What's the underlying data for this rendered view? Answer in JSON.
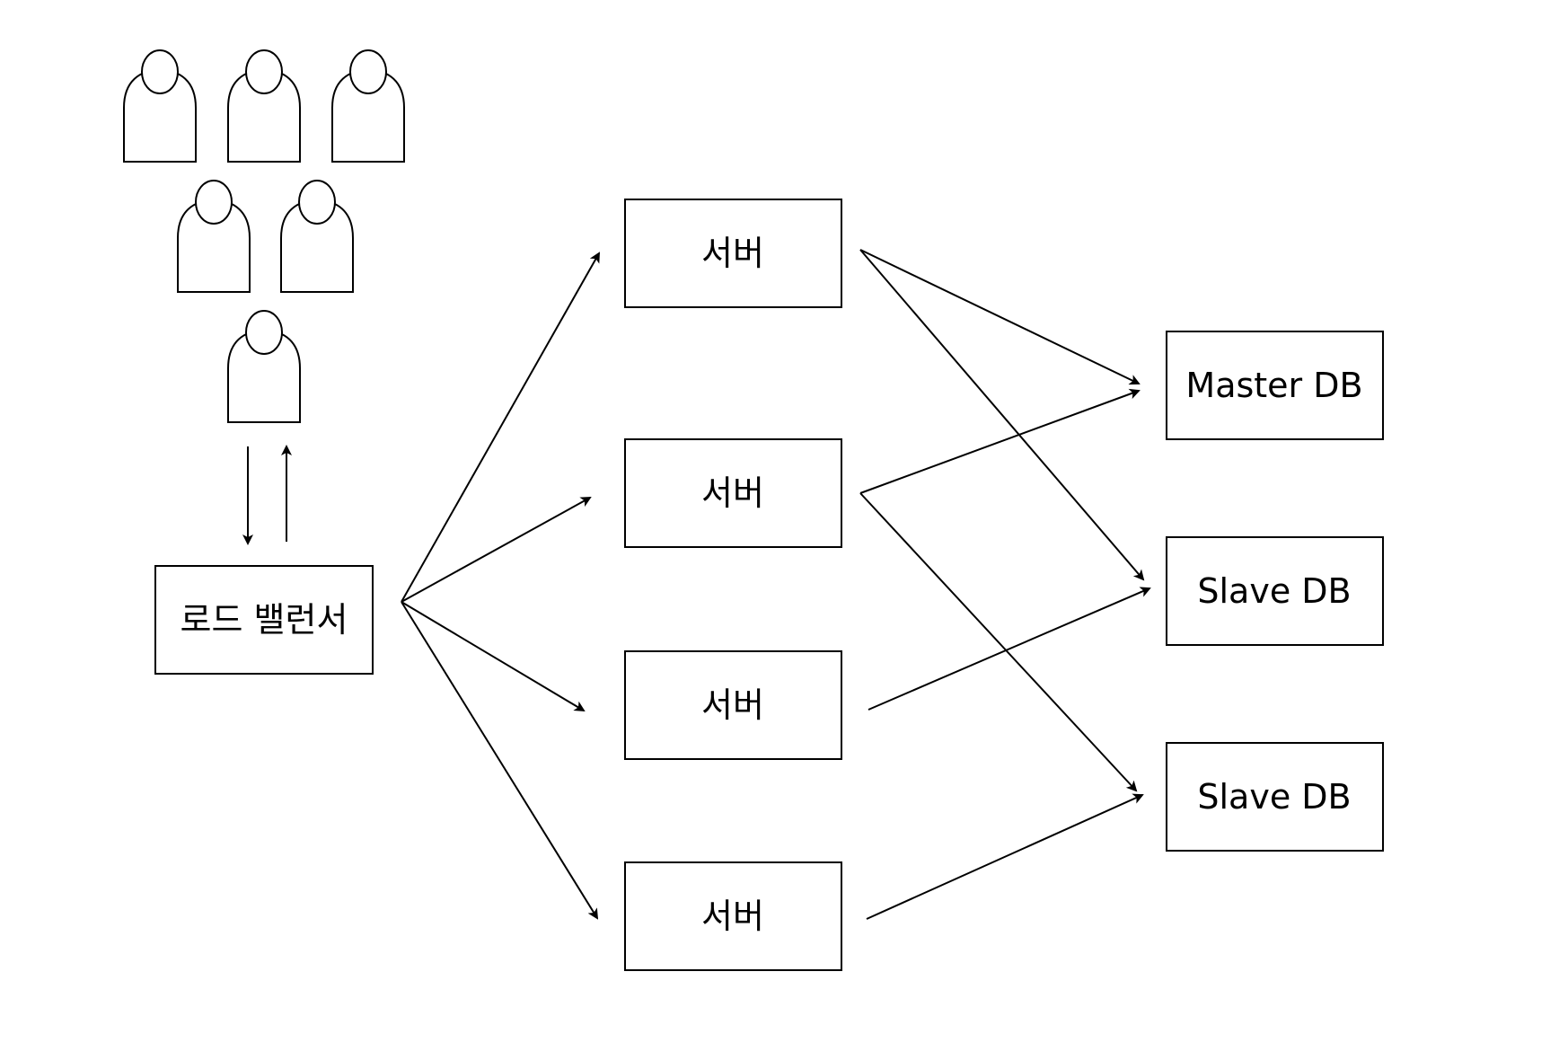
{
  "diagram": {
    "nodes": {
      "load_balancer": {
        "label": "로드 밸런서"
      },
      "server_1": {
        "label": "서버"
      },
      "server_2": {
        "label": "서버"
      },
      "server_3": {
        "label": "서버"
      },
      "server_4": {
        "label": "서버"
      },
      "master_db": {
        "label": "Master DB"
      },
      "slave_db_1": {
        "label": "Slave DB"
      },
      "slave_db_2": {
        "label": "Slave DB"
      }
    },
    "users": {
      "count": 6,
      "icon": "user-icon"
    },
    "colors": {
      "stroke": "#000000",
      "fill": "#ffffff"
    }
  }
}
